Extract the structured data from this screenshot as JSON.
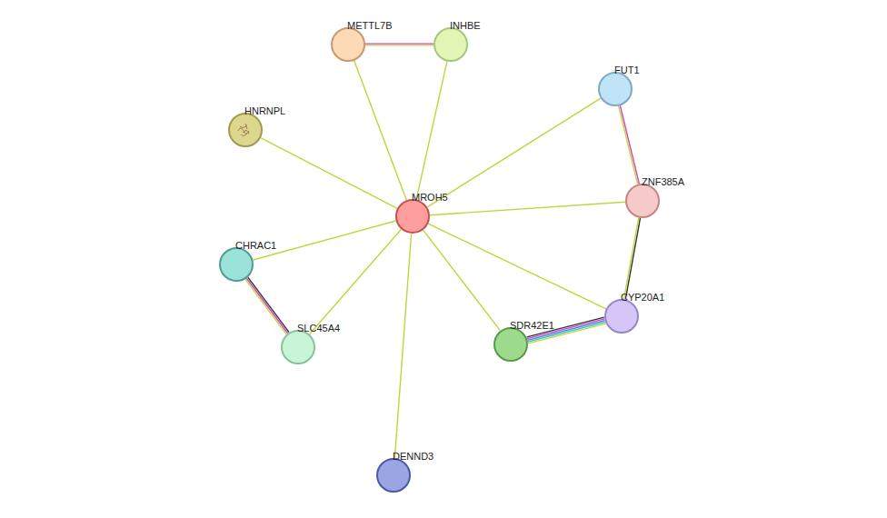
{
  "diagram": {
    "nodes": [
      {
        "text": [
          "METTL7B"
        ]
      },
      {
        "text": [
          "INHBE"
        ]
      },
      {
        "text": [
          "HNRNPL"
        ]
      },
      {
        "text": [
          "FUT1"
        ]
      },
      {
        "text": [
          "MROH5"
        ]
      },
      {
        "text": [
          "ZNF385A"
        ]
      },
      {
        "text": [
          "CHRAC1"
        ]
      },
      {
        "text": [
          "CYP20A1"
        ]
      },
      {
        "text": [
          "SLC45A4"
        ]
      },
      {
        "text": [
          "SDR42E1"
        ]
      },
      {
        "text": [
          "DENND3"
        ]
      }
    ],
    "edges": [
      {
        "from": 0,
        "to": 1,
        "arrow": "none"
      },
      {
        "from": 4,
        "to": 0,
        "arrow": "none"
      },
      {
        "from": 4,
        "to": 1,
        "arrow": "none"
      },
      {
        "from": 4,
        "to": 2,
        "arrow": "none"
      },
      {
        "from": 4,
        "to": 3,
        "arrow": "none"
      },
      {
        "from": 3,
        "to": 5,
        "arrow": "none"
      },
      {
        "from": 4,
        "to": 5,
        "arrow": "none"
      },
      {
        "from": 4,
        "to": 6,
        "arrow": "none"
      },
      {
        "from": 6,
        "to": 8,
        "arrow": "none"
      },
      {
        "from": 4,
        "to": 8,
        "arrow": "none"
      },
      {
        "from": 4,
        "to": 10,
        "arrow": "none"
      },
      {
        "from": 4,
        "to": 9,
        "arrow": "none"
      },
      {
        "from": 4,
        "to": 7,
        "arrow": "none"
      },
      {
        "from": 5,
        "to": 7,
        "arrow": "none"
      },
      {
        "from": 9,
        "to": 7,
        "arrow": "none"
      }
    ]
  }
}
